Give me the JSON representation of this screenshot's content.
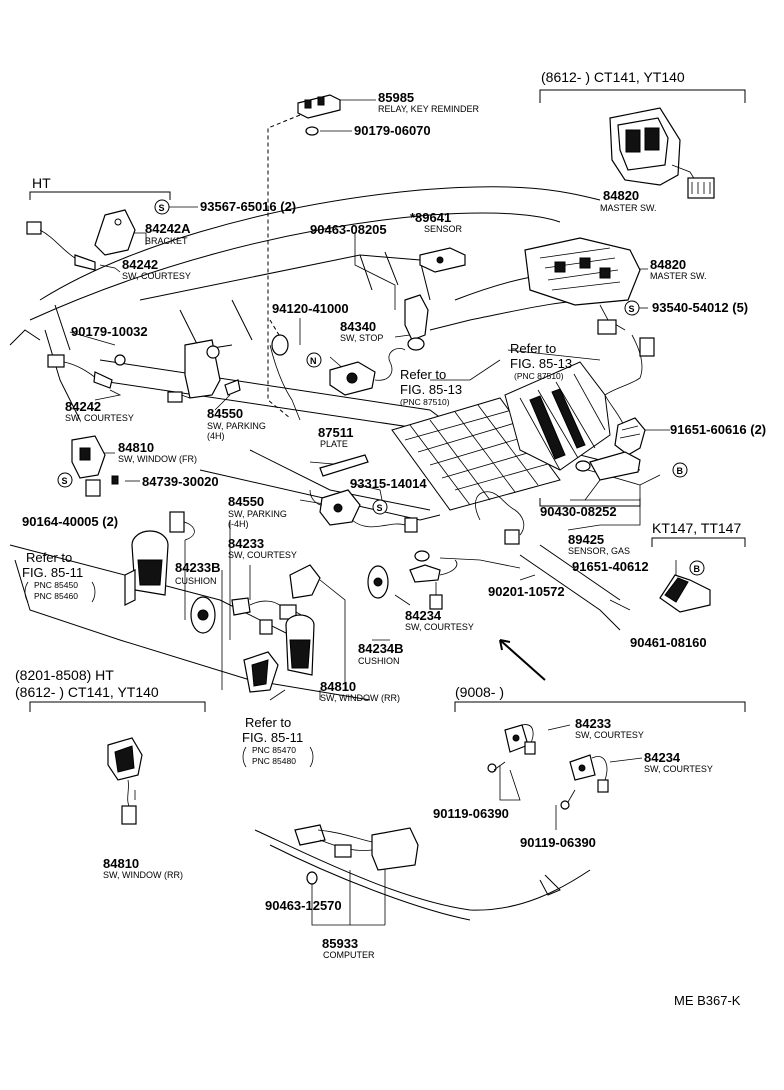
{
  "headers": {
    "top_right": "(8612-      ) CT141, YT140",
    "ht_left": "HT",
    "kt_right": "KT147, TT147",
    "lower_left_1": "(8201-8508) HT",
    "lower_left_2": "(8612-      ) CT141, YT140",
    "lower_right": "(9008-          )"
  },
  "parts": [
    {
      "pn": "85985",
      "desc": "RELAY, KEY REMINDER"
    },
    {
      "pn": "90179-06070",
      "desc": ""
    },
    {
      "pn": "84820",
      "desc": "MASTER SW."
    },
    {
      "pn": "93567-65016 (2)",
      "desc": ""
    },
    {
      "pn": "84242A",
      "desc": "BRACKET"
    },
    {
      "pn": "84242",
      "desc": "SW, COURTESY"
    },
    {
      "pn": "90463-08205",
      "desc": ""
    },
    {
      "pn": "*89641",
      "desc": "SENSOR"
    },
    {
      "pn": "84820",
      "desc": "MASTER SW."
    },
    {
      "pn": "93540-54012 (5)",
      "desc": ""
    },
    {
      "pn": "94120-41000",
      "desc": ""
    },
    {
      "pn": "84340",
      "desc": "SW, STOP"
    },
    {
      "pn": "90179-10032",
      "desc": ""
    },
    {
      "pn": "84242",
      "desc": "SW, COURTESY"
    },
    {
      "pn": "84550",
      "desc": "SW, PARKING"
    },
    {
      "pn": "87511",
      "desc": "PLATE"
    },
    {
      "pn": "84810",
      "desc": "SW, WINDOW (FR)"
    },
    {
      "pn": "84739-30020",
      "desc": ""
    },
    {
      "pn": "91651-60616 (2)",
      "desc": ""
    },
    {
      "pn": "84550",
      "desc": "SW, PARKING"
    },
    {
      "pn": "93315-14014",
      "desc": ""
    },
    {
      "pn": "90430-08252",
      "desc": ""
    },
    {
      "pn": "90164-40005 (2)",
      "desc": ""
    },
    {
      "pn": "89425",
      "desc": "SENSOR, GAS"
    },
    {
      "pn": "84233B",
      "desc": "CUSHION"
    },
    {
      "pn": "84233",
      "desc": "SW, COURTESY"
    },
    {
      "pn": "91651-40612",
      "desc": ""
    },
    {
      "pn": "90201-10572",
      "desc": ""
    },
    {
      "pn": "84234",
      "desc": "SW, COURTESY"
    },
    {
      "pn": "90461-08160",
      "desc": ""
    },
    {
      "pn": "84234B",
      "desc": "CUSHION"
    },
    {
      "pn": "84810",
      "desc": "SW, WINDOW (RR)"
    },
    {
      "pn": "84233",
      "desc": "SW, COURTESY"
    },
    {
      "pn": "84234",
      "desc": "SW, COURTESY"
    },
    {
      "pn": "90119-06390",
      "desc": ""
    },
    {
      "pn": "90119-06390",
      "desc": ""
    },
    {
      "pn": "84810",
      "desc": "SW, WINDOW (RR)"
    },
    {
      "pn": "90463-12570",
      "desc": ""
    },
    {
      "pn": "85933",
      "desc": "COMPUTER"
    }
  ],
  "drive_notes": {
    "four_h": "(4H)",
    "minus_four_h": "(-4H)"
  },
  "refs": [
    {
      "line1": "Refer to",
      "line2": "FIG. 85-13",
      "pnc": [
        "(PNC 87510)"
      ]
    },
    {
      "line1": "Refer to",
      "line2": "FIG. 85-13",
      "pnc": [
        "(PNC 87510)"
      ]
    },
    {
      "line1": "Refer to",
      "line2": "FIG. 85-11",
      "pnc": [
        "PNC 85450",
        "PNC 85460"
      ]
    },
    {
      "line1": "Refer to",
      "line2": "FIG. 85-11",
      "pnc": [
        "PNC 85470",
        "PNC 85480"
      ]
    }
  ],
  "symbols": {
    "s": "S",
    "n": "N",
    "b": "B"
  },
  "footer": "ME B367-K"
}
